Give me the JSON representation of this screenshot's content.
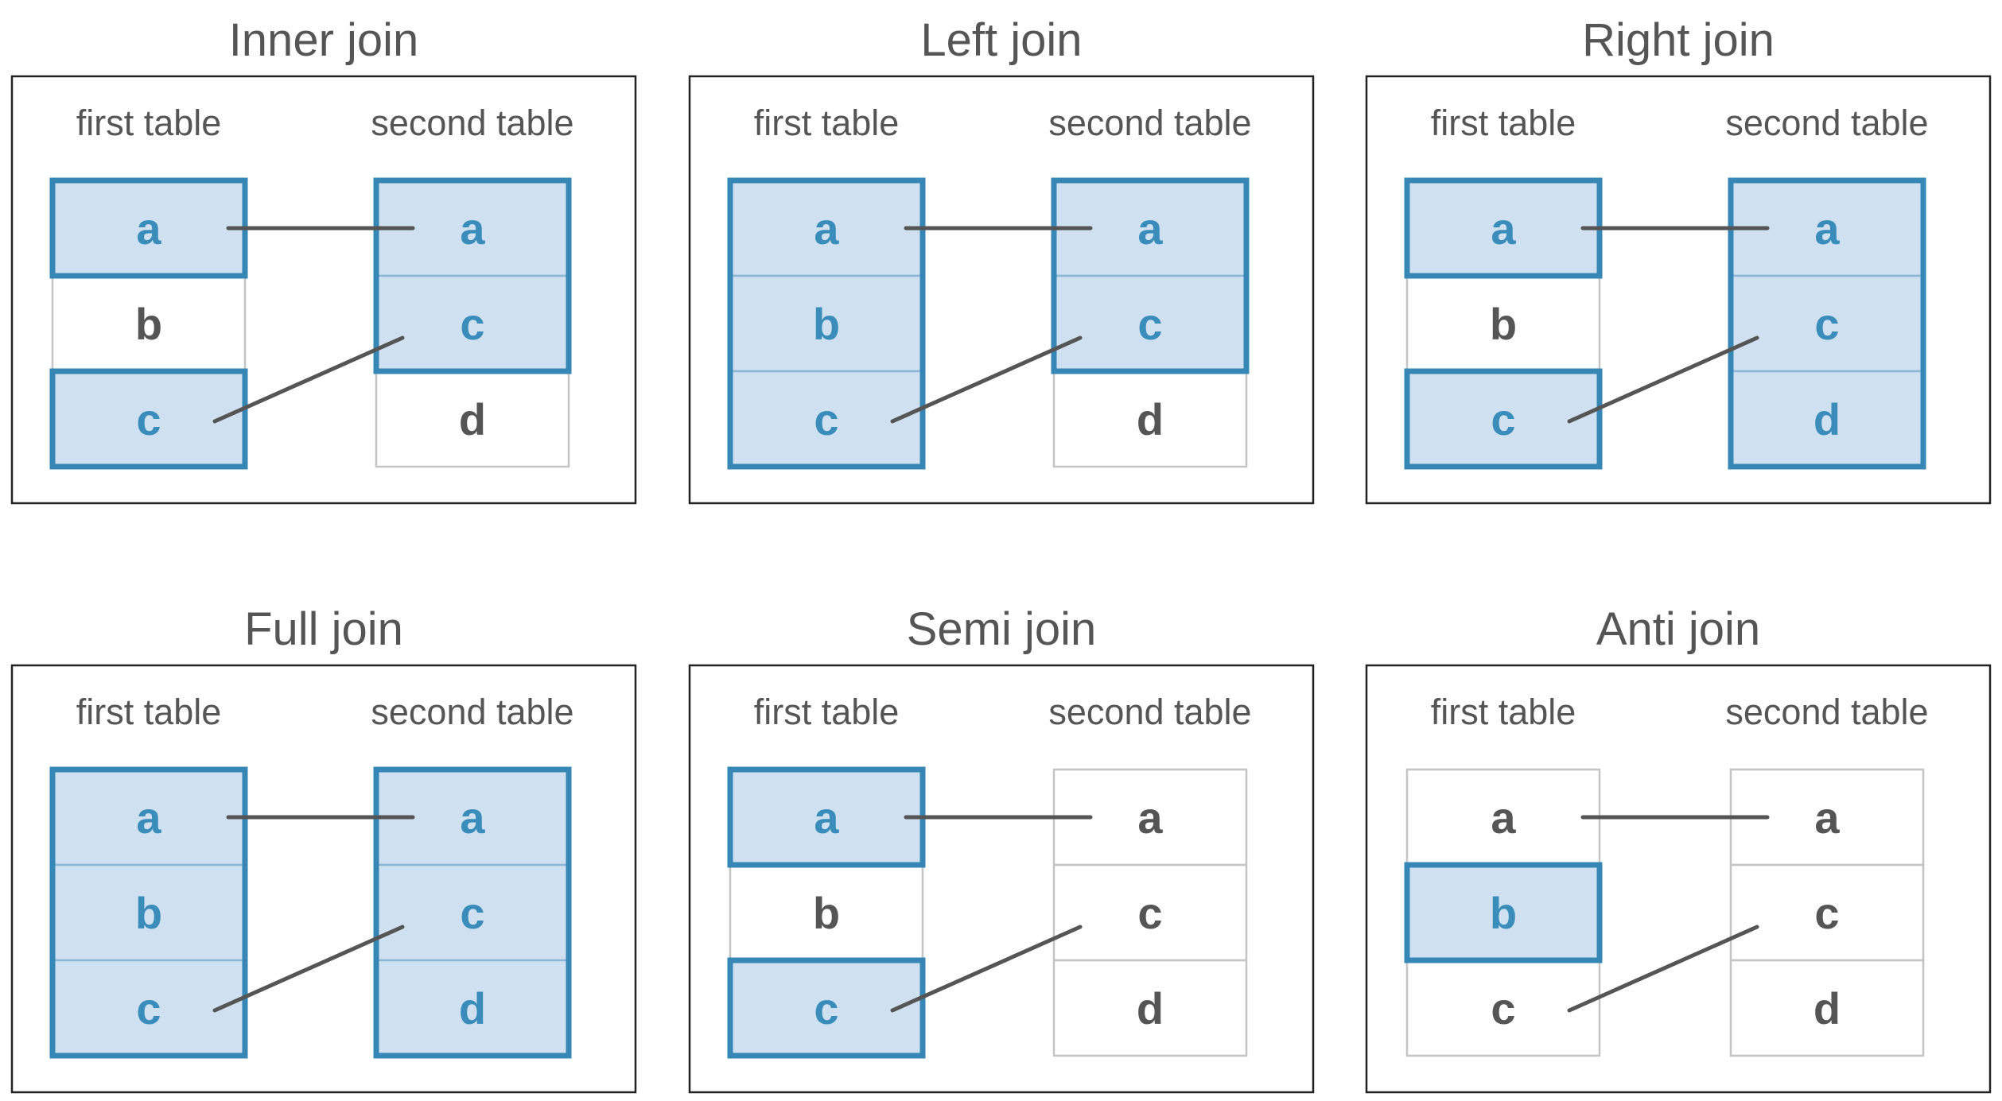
{
  "colors": {
    "highlight_fill": "#cfe0f1",
    "highlight_border": "#3787b6",
    "highlight_text": "#3a8dba",
    "plain_text": "#555555",
    "line": "#555555"
  },
  "diagrams": [
    {
      "title": "Inner join",
      "first_label": "first table",
      "second_label": "second table",
      "first": [
        {
          "key": "a",
          "kept": true
        },
        {
          "key": "b",
          "kept": false
        },
        {
          "key": "c",
          "kept": true
        }
      ],
      "second": [
        {
          "key": "a",
          "kept": true
        },
        {
          "key": "c",
          "kept": true
        },
        {
          "key": "d",
          "kept": false
        }
      ]
    },
    {
      "title": "Left join",
      "first_label": "first table",
      "second_label": "second table",
      "first": [
        {
          "key": "a",
          "kept": true
        },
        {
          "key": "b",
          "kept": true
        },
        {
          "key": "c",
          "kept": true
        }
      ],
      "second": [
        {
          "key": "a",
          "kept": true
        },
        {
          "key": "c",
          "kept": true
        },
        {
          "key": "d",
          "kept": false
        }
      ]
    },
    {
      "title": "Right join",
      "first_label": "first table",
      "second_label": "second table",
      "first": [
        {
          "key": "a",
          "kept": true
        },
        {
          "key": "b",
          "kept": false
        },
        {
          "key": "c",
          "kept": true
        }
      ],
      "second": [
        {
          "key": "a",
          "kept": true
        },
        {
          "key": "c",
          "kept": true
        },
        {
          "key": "d",
          "kept": true
        }
      ]
    },
    {
      "title": "Full join",
      "first_label": "first table",
      "second_label": "second table",
      "first": [
        {
          "key": "a",
          "kept": true
        },
        {
          "key": "b",
          "kept": true
        },
        {
          "key": "c",
          "kept": true
        }
      ],
      "second": [
        {
          "key": "a",
          "kept": true
        },
        {
          "key": "c",
          "kept": true
        },
        {
          "key": "d",
          "kept": true
        }
      ]
    },
    {
      "title": "Semi join",
      "first_label": "first table",
      "second_label": "second table",
      "first": [
        {
          "key": "a",
          "kept": true
        },
        {
          "key": "b",
          "kept": false
        },
        {
          "key": "c",
          "kept": true
        }
      ],
      "second": [
        {
          "key": "a",
          "kept": false
        },
        {
          "key": "c",
          "kept": false
        },
        {
          "key": "d",
          "kept": false
        }
      ]
    },
    {
      "title": "Anti join",
      "first_label": "first table",
      "second_label": "second table",
      "first": [
        {
          "key": "a",
          "kept": false
        },
        {
          "key": "b",
          "kept": true
        },
        {
          "key": "c",
          "kept": false
        }
      ],
      "second": [
        {
          "key": "a",
          "kept": false
        },
        {
          "key": "c",
          "kept": false
        },
        {
          "key": "d",
          "kept": false
        }
      ]
    }
  ]
}
